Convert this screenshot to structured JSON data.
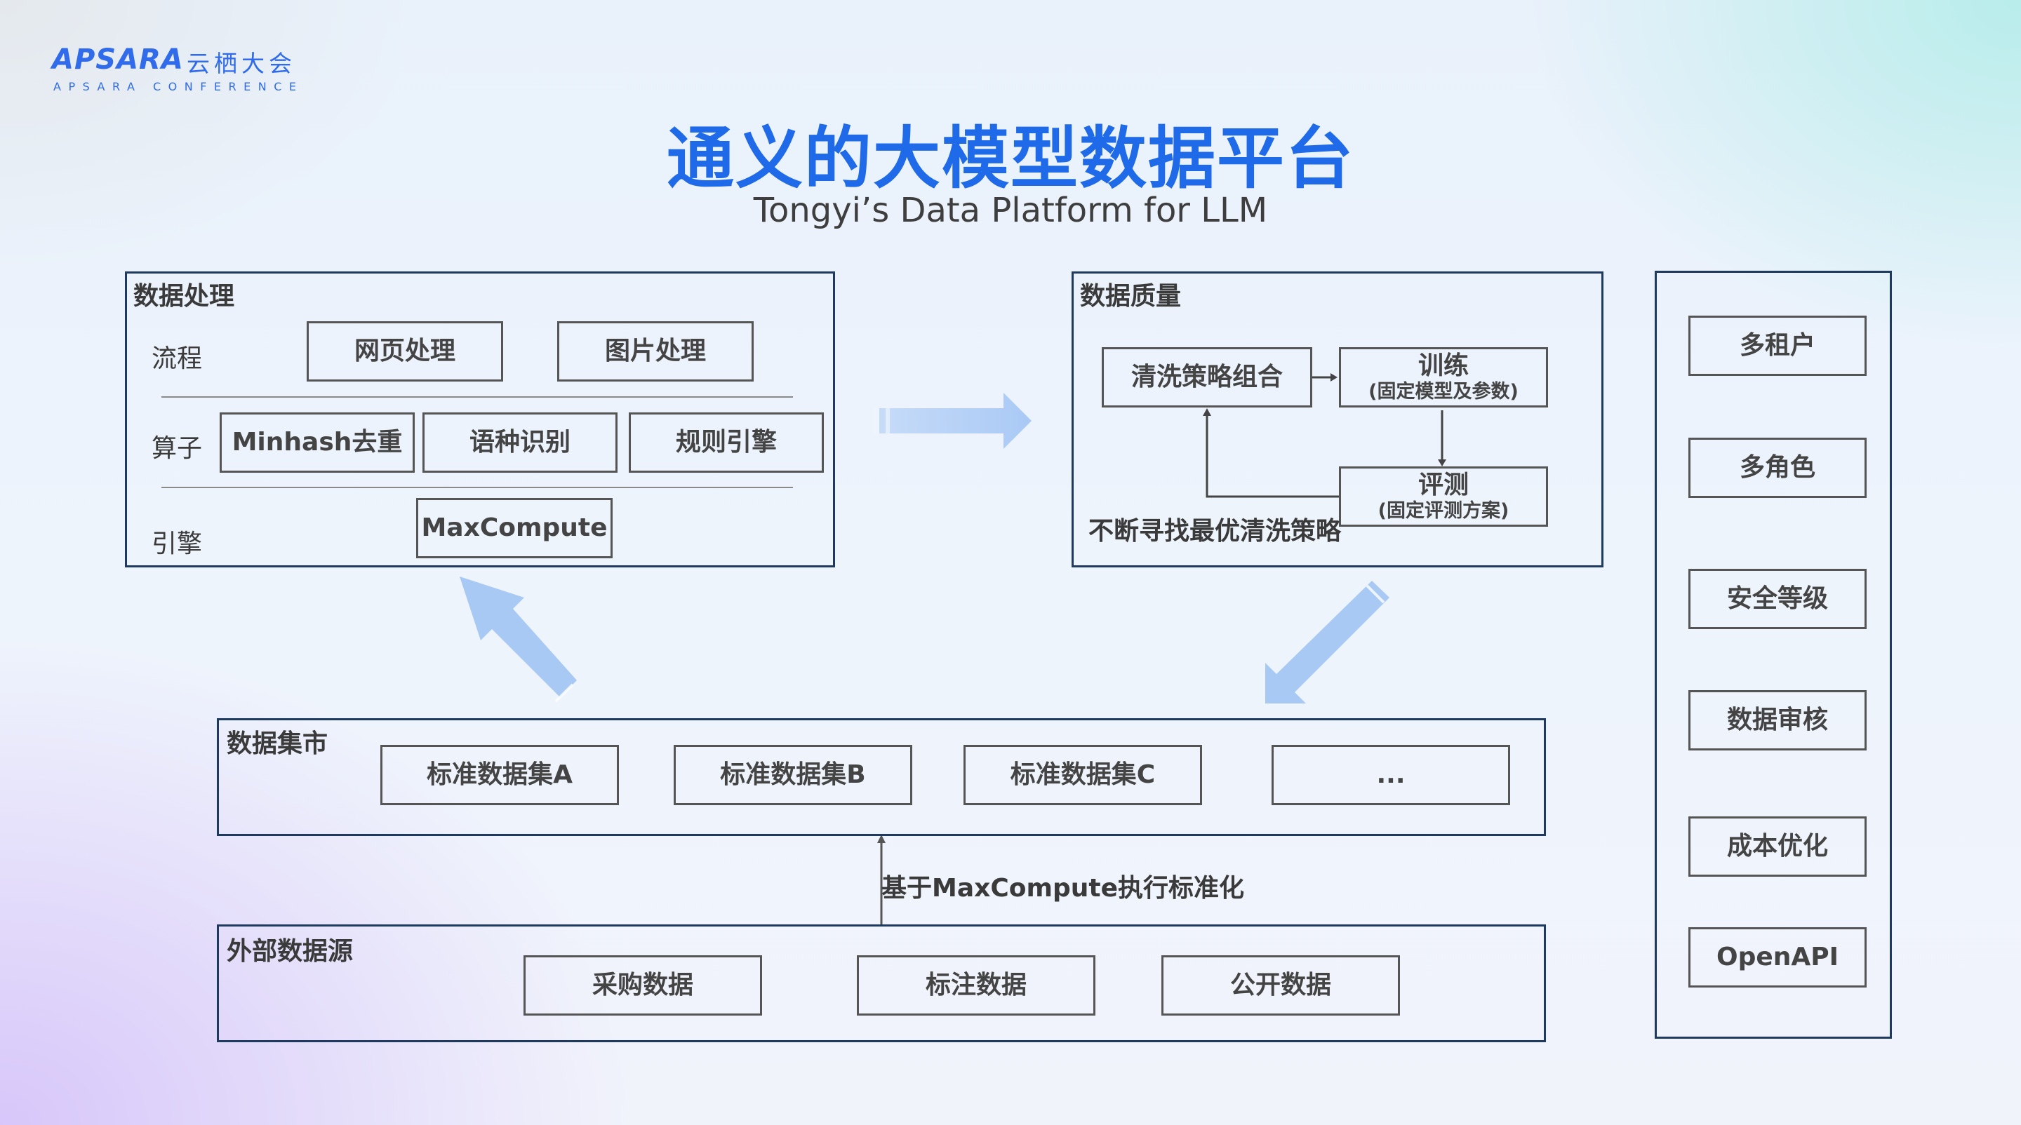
{
  "logo": {
    "brand": "APSARA",
    "cn": "云栖大会",
    "sub": "APSARA  CONFERENCE"
  },
  "title": "通义的大模型数据平台",
  "subtitle": "Tongyi’s Data Platform for LLM",
  "processing": {
    "label": "数据处理",
    "rows": [
      {
        "label": "流程",
        "boxes": [
          "网页处理",
          "图片处理"
        ]
      },
      {
        "label": "算子",
        "boxes": [
          "Minhash去重",
          "语种识别",
          "规则引擎"
        ]
      },
      {
        "label": "引擎",
        "boxes": [
          "MaxCompute"
        ]
      }
    ]
  },
  "quality": {
    "label": "数据质量",
    "strategy": "清洗策略组合",
    "train": {
      "title": "训练",
      "sub": "(固定模型及参数)"
    },
    "eval": {
      "title": "评测",
      "sub": "(固定评测方案)"
    },
    "loop_note": "不断寻找最优清洗策略"
  },
  "capabilities": [
    "多租户",
    "多角色",
    "安全等级",
    "数据审核",
    "成本优化",
    "OpenAPI"
  ],
  "market": {
    "label": "数据集市",
    "items": [
      "标准数据集A",
      "标准数据集B",
      "标准数据集C",
      "..."
    ]
  },
  "connector_note": "基于MaxCompute执行标准化",
  "external": {
    "label": "外部数据源",
    "items": [
      "采购数据",
      "标注数据",
      "公开数据"
    ]
  },
  "colors": {
    "title": "#1f6ae8",
    "logo": "#2f6bea",
    "panel_border": "#1e3a5f",
    "flow_arrow": "#a9c9f5"
  }
}
